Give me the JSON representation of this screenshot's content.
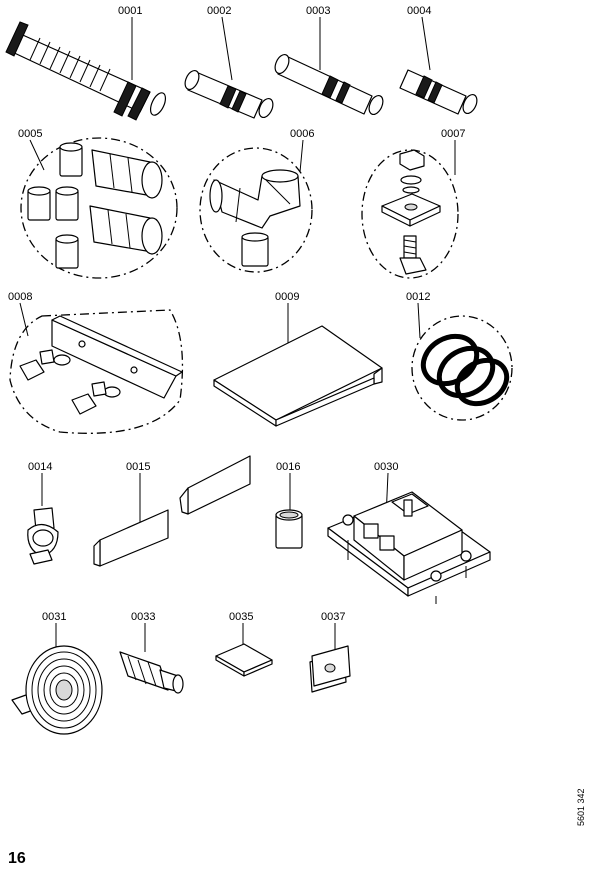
{
  "parts": [
    {
      "id": "0001"
    },
    {
      "id": "0002"
    },
    {
      "id": "0003"
    },
    {
      "id": "0004"
    },
    {
      "id": "0005"
    },
    {
      "id": "0006"
    },
    {
      "id": "0007"
    },
    {
      "id": "0008"
    },
    {
      "id": "0009"
    },
    {
      "id": "0012"
    },
    {
      "id": "0014"
    },
    {
      "id": "0015"
    },
    {
      "id": "0016"
    },
    {
      "id": "0030"
    },
    {
      "id": "0031"
    },
    {
      "id": "0033"
    },
    {
      "id": "0035"
    },
    {
      "id": "0037"
    }
  ],
  "page_number": "16",
  "document_number": "5601 342",
  "icons": [
    "corrugated-hose",
    "coupling-sleeve",
    "compression-fitting",
    "elbow-fitting",
    "mounting-set",
    "bracket-set",
    "cover-plate",
    "o-ring-set",
    "pipe-clamp",
    "insulation-strip",
    "sleeve",
    "mounting-bracket",
    "sealing-tape",
    "fitting",
    "pad",
    "washer-plate"
  ]
}
